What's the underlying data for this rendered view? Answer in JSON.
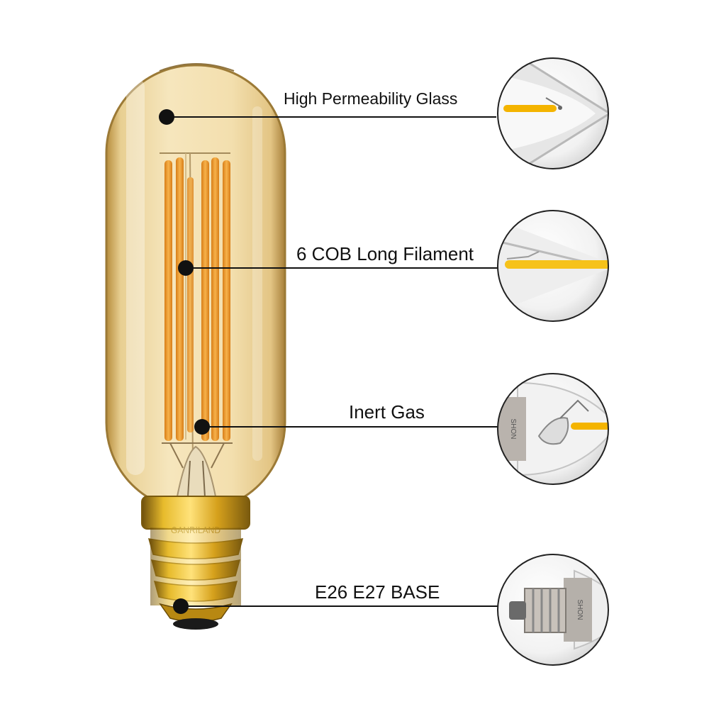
{
  "callouts": [
    {
      "label": "High Permeability Glass",
      "detail": "glass-tip-closeup"
    },
    {
      "label": "6 COB Long Filament",
      "detail": "filament-closeup"
    },
    {
      "label": "Inert Gas",
      "detail": "gas-stem-closeup"
    },
    {
      "label": "E26 E27 BASE",
      "detail": "base-closeup"
    }
  ],
  "brand_mark": "GANRILAND",
  "closeup_mark": "SHON",
  "colors": {
    "glass_tint": "#f3dfae",
    "glass_edge": "#b08a3e",
    "filament": "#f0a030",
    "filament_glow": "#ffd35a",
    "base_gold": "#d9a820",
    "base_dark": "#8a6410",
    "leader_line": "#111111",
    "circle_border": "#222222"
  }
}
